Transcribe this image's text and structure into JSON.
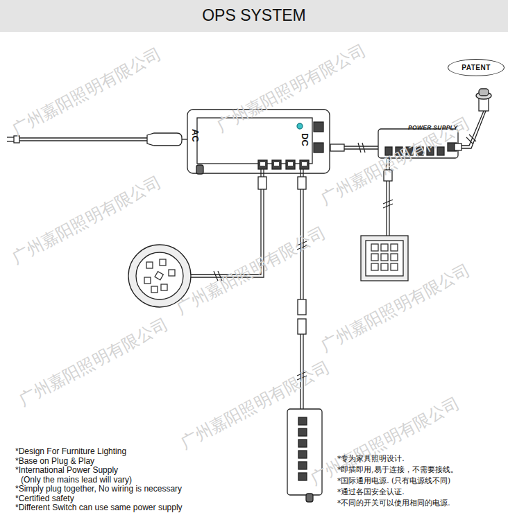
{
  "diagram": {
    "title": "OPS SYSTEM",
    "nodes": [
      {
        "text": [
          "POWER SUPPLY",
          "AC",
          "DC"
        ]
      },
      {
        "text": [
          "PATENT"
        ]
      }
    ],
    "labels": [
      "*Design For Furniture Lighting",
      "*Base on Plug & Play",
      "*International  Power Supply",
      "(Only the mains lead will vary)",
      "*Simply plug together, No wiring is necessary",
      "*Certified  safety",
      "*Different Switch can use same power supply",
      "*专为家具照明设计.",
      "*即插即用,易于连接，不需要接线。",
      "*国际通用电源. (只有电源线不同)",
      "*通过各国安全认证.",
      "*不同的开关可以使用相同的电源.",
      "广州嘉阳照明有限公司",
      "广州嘉阳照明有限公司",
      "广州嘉阳照明有限公司",
      "广州嘉阳照明有限公司",
      "广州嘉阳照明有限公司",
      "广州嘉阳照明有限公司",
      "广州嘉阳照明有限公司",
      "广州嘉阳照明有限公司",
      "广州嘉阳照明有限公司"
    ]
  }
}
